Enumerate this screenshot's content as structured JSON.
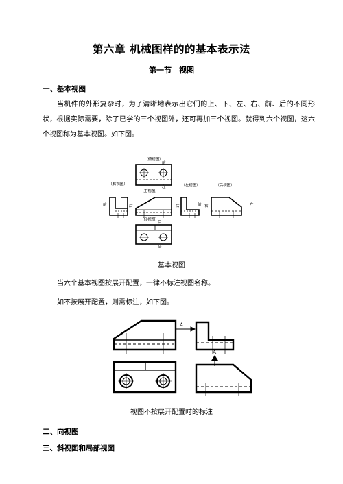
{
  "chapter_title": "第六章 机械图样的的基本表示法",
  "section_title": "第一节　视图",
  "heading_1": "一、基本视图",
  "paragraph_1": "当机件的外形复杂时，为了清晰地表示出它们的上、下、左、右、前、后的不同形状，根据实际需要，除了已学的三个视图外，还可再加三个视图。就得到六个视图，这六个视图称为基本视图。如下图。",
  "figure_1": {
    "caption": "基本视图",
    "labels": {
      "top_view": "（俯视图）",
      "right_view": "（右视图）",
      "front_view": "（主视图）",
      "left_view": "（左视图）",
      "rear_view": "（后视图）",
      "bottom_view": "（仰视图）",
      "dir_back_top": "前",
      "dir_left_top": "左",
      "dir_front_right": "前",
      "dir_back_right": "后",
      "dir_rear_a": "后",
      "dir_front_left": "前",
      "dir_right_rear": "右",
      "dir_left_rear": "左",
      "dir_back_bottom": "后",
      "dir_front_bottom": "前"
    }
  },
  "line_1": "当六个基本视图按展开配置，一律不标注视图名称。",
  "line_2": "如不按展开配置，则需标注，如下图。",
  "figure_2": {
    "caption": "视图不按展开配置时的标注",
    "arrow_label_1": "A",
    "arrow_label_2": "A"
  },
  "heading_2": "二、向视图",
  "heading_3": "三、斜视图和局部视图"
}
